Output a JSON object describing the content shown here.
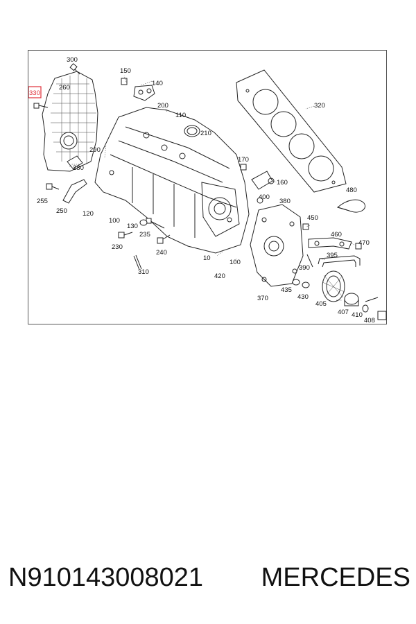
{
  "diagram": {
    "highlighted_callout": "330",
    "callouts": [
      {
        "id": "c300",
        "text": "300"
      },
      {
        "id": "c150",
        "text": "150"
      },
      {
        "id": "c140",
        "text": "140"
      },
      {
        "id": "c260",
        "text": "260"
      },
      {
        "id": "c330",
        "text": "330"
      },
      {
        "id": "c200",
        "text": "200"
      },
      {
        "id": "c110",
        "text": "110"
      },
      {
        "id": "c320",
        "text": "320"
      },
      {
        "id": "c210",
        "text": "210"
      },
      {
        "id": "c290",
        "text": "290"
      },
      {
        "id": "c280",
        "text": "280"
      },
      {
        "id": "c170",
        "text": "170"
      },
      {
        "id": "c160",
        "text": "160"
      },
      {
        "id": "c480",
        "text": "480"
      },
      {
        "id": "c255",
        "text": "255"
      },
      {
        "id": "c250",
        "text": "250"
      },
      {
        "id": "c120",
        "text": "120"
      },
      {
        "id": "c400",
        "text": "400"
      },
      {
        "id": "c380",
        "text": "380"
      },
      {
        "id": "c100a",
        "text": "100"
      },
      {
        "id": "c130",
        "text": "130"
      },
      {
        "id": "c450",
        "text": "450"
      },
      {
        "id": "c235",
        "text": "235"
      },
      {
        "id": "c460",
        "text": "460"
      },
      {
        "id": "c230",
        "text": "230"
      },
      {
        "id": "c240",
        "text": "240"
      },
      {
        "id": "c470",
        "text": "470"
      },
      {
        "id": "c10",
        "text": "10"
      },
      {
        "id": "c100b",
        "text": "100"
      },
      {
        "id": "c395",
        "text": "395"
      },
      {
        "id": "c390",
        "text": "390"
      },
      {
        "id": "c310",
        "text": "310"
      },
      {
        "id": "c420",
        "text": "420"
      },
      {
        "id": "c435",
        "text": "435"
      },
      {
        "id": "c430",
        "text": "430"
      },
      {
        "id": "c370",
        "text": "370"
      },
      {
        "id": "c405",
        "text": "405"
      },
      {
        "id": "c407",
        "text": "407"
      },
      {
        "id": "c410",
        "text": "410"
      },
      {
        "id": "c408",
        "text": "408"
      }
    ]
  },
  "caption": {
    "part_number": "N910143008021",
    "brand": "MERCEDES"
  }
}
